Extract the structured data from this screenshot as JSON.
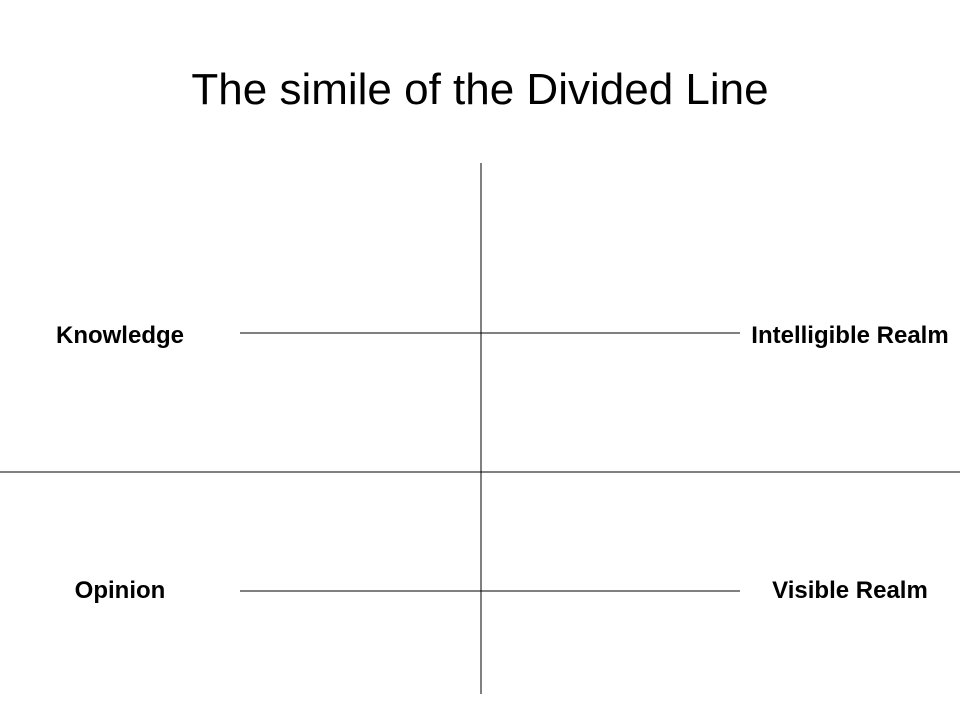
{
  "title": "The simile of the Divided Line",
  "labels": {
    "knowledge": "Knowledge",
    "opinion": "Opinion",
    "intelligible_realm": "Intelligible Realm",
    "visible_realm": "Visible Realm"
  },
  "colors": {
    "line": "#000000",
    "background": "#ffffff",
    "text": "#000000"
  }
}
